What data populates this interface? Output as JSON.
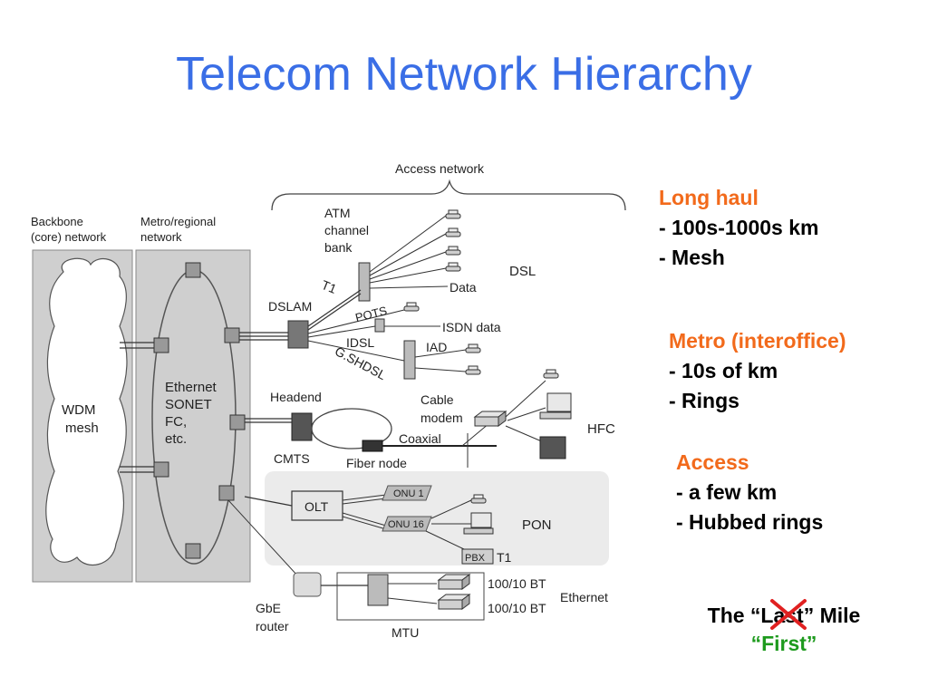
{
  "slide": {
    "title": "Telecom Network Hierarchy"
  },
  "diagram": {
    "access_network": "Access network",
    "backbone": [
      "Backbone",
      "(core) network"
    ],
    "metro_regional": [
      "Metro/regional",
      "network"
    ],
    "wdm_mesh": [
      "WDM",
      "mesh"
    ],
    "ring_techs": [
      "Ethernet",
      "SONET",
      "FC,",
      "etc."
    ],
    "atm_bank": [
      "ATM",
      "channel",
      "bank"
    ],
    "t1_top": "T1",
    "data": "Data",
    "dsl": "DSL",
    "dslam": "DSLAM",
    "pots": "POTS",
    "isdn_data": "ISDN data",
    "idsl": "IDSL",
    "iad": "IAD",
    "gshdsl": "G.SHDSL",
    "headend": "Headend",
    "cable_modem": [
      "Cable",
      "modem"
    ],
    "hfc": "HFC",
    "coaxial": "Coaxial",
    "cmts": "CMTS",
    "fiber_node": "Fiber node",
    "olt": "OLT",
    "onu1": "ONU 1",
    "onu16": "ONU 16",
    "pon": "PON",
    "pbx": "PBX",
    "t1_pon": "T1",
    "gbe_router": [
      "GbE",
      "router"
    ],
    "bt1": "100/10 BT",
    "bt2": "100/10 BT",
    "ethernet": "Ethernet",
    "mtu": "MTU"
  },
  "long_haul": {
    "heading": "Long haul",
    "lines": [
      "- 100s-1000s km",
      "-  Mesh"
    ]
  },
  "metro": {
    "heading": "Metro (interoffice)",
    "lines": [
      "- 10s of km",
      "-  Rings"
    ]
  },
  "access": {
    "heading": "Access",
    "lines": [
      "- a few km",
      "- Hubbed rings"
    ]
  },
  "mile": {
    "line1": "The “Last” Mile",
    "line2": "“First”"
  },
  "colors": {
    "title": "#3a6ee6",
    "heading": "#f26a1b",
    "first": "#1d9a1d",
    "strike": "#e02020"
  }
}
